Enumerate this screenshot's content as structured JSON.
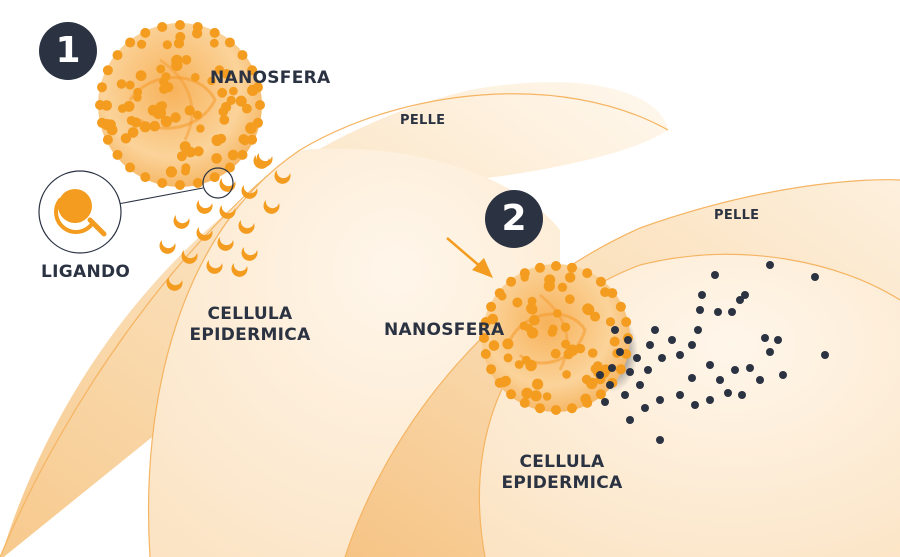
{
  "colors": {
    "accent": "#f39c1f",
    "navy": "#2b3342",
    "skin_light": "#fdf0dd",
    "skin_mid": "#f8d6a3"
  },
  "panel1": {
    "step": "1",
    "nanosphere_label": "NANOSFERA",
    "skin_label": "PELLE",
    "ligand_label": "LIGANDO",
    "cell_label_line1": "CELLULA",
    "cell_label_line2": "EPIDERMICA"
  },
  "panel2": {
    "step": "2",
    "nanosphere_label": "NANOSFERA",
    "skin_label": "PELLE",
    "cell_label_line1": "CELLULA",
    "cell_label_line2": "EPIDERMICA"
  }
}
